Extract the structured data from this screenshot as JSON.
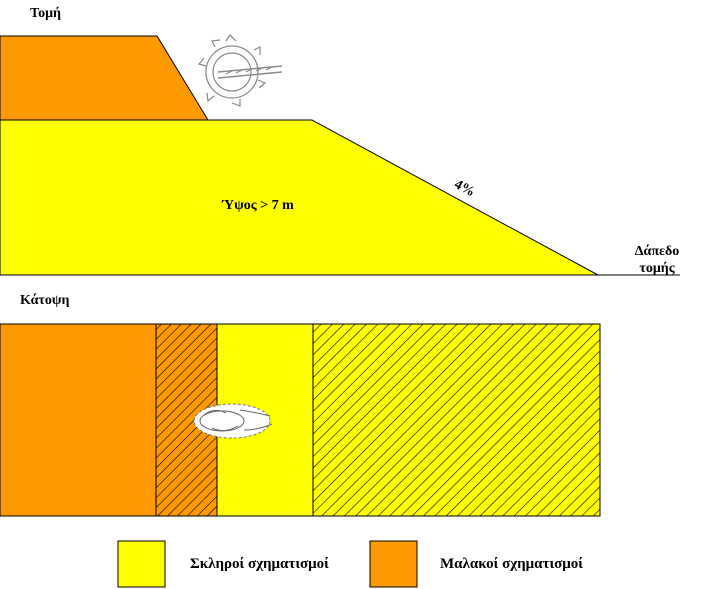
{
  "section_view": {
    "title": "Τομή",
    "height_label": "Ύψος > 7 m",
    "slope_label": "4%",
    "floor_label_line1": "Δάπεδο",
    "floor_label_line2": "τομής"
  },
  "plan_view": {
    "title": "Κάτοψη"
  },
  "legend": {
    "hard": {
      "label": "Σκληροί σχηματισμοί",
      "color": "#ffff00"
    },
    "soft": {
      "label": "Μαλακοί σχηματισμοί",
      "color": "#ff9900"
    }
  },
  "colors": {
    "hard": "#ffff00",
    "soft": "#ff9900",
    "stroke": "#000000"
  },
  "icons": {
    "excavator": "bucket-wheel-excavator-icon"
  }
}
